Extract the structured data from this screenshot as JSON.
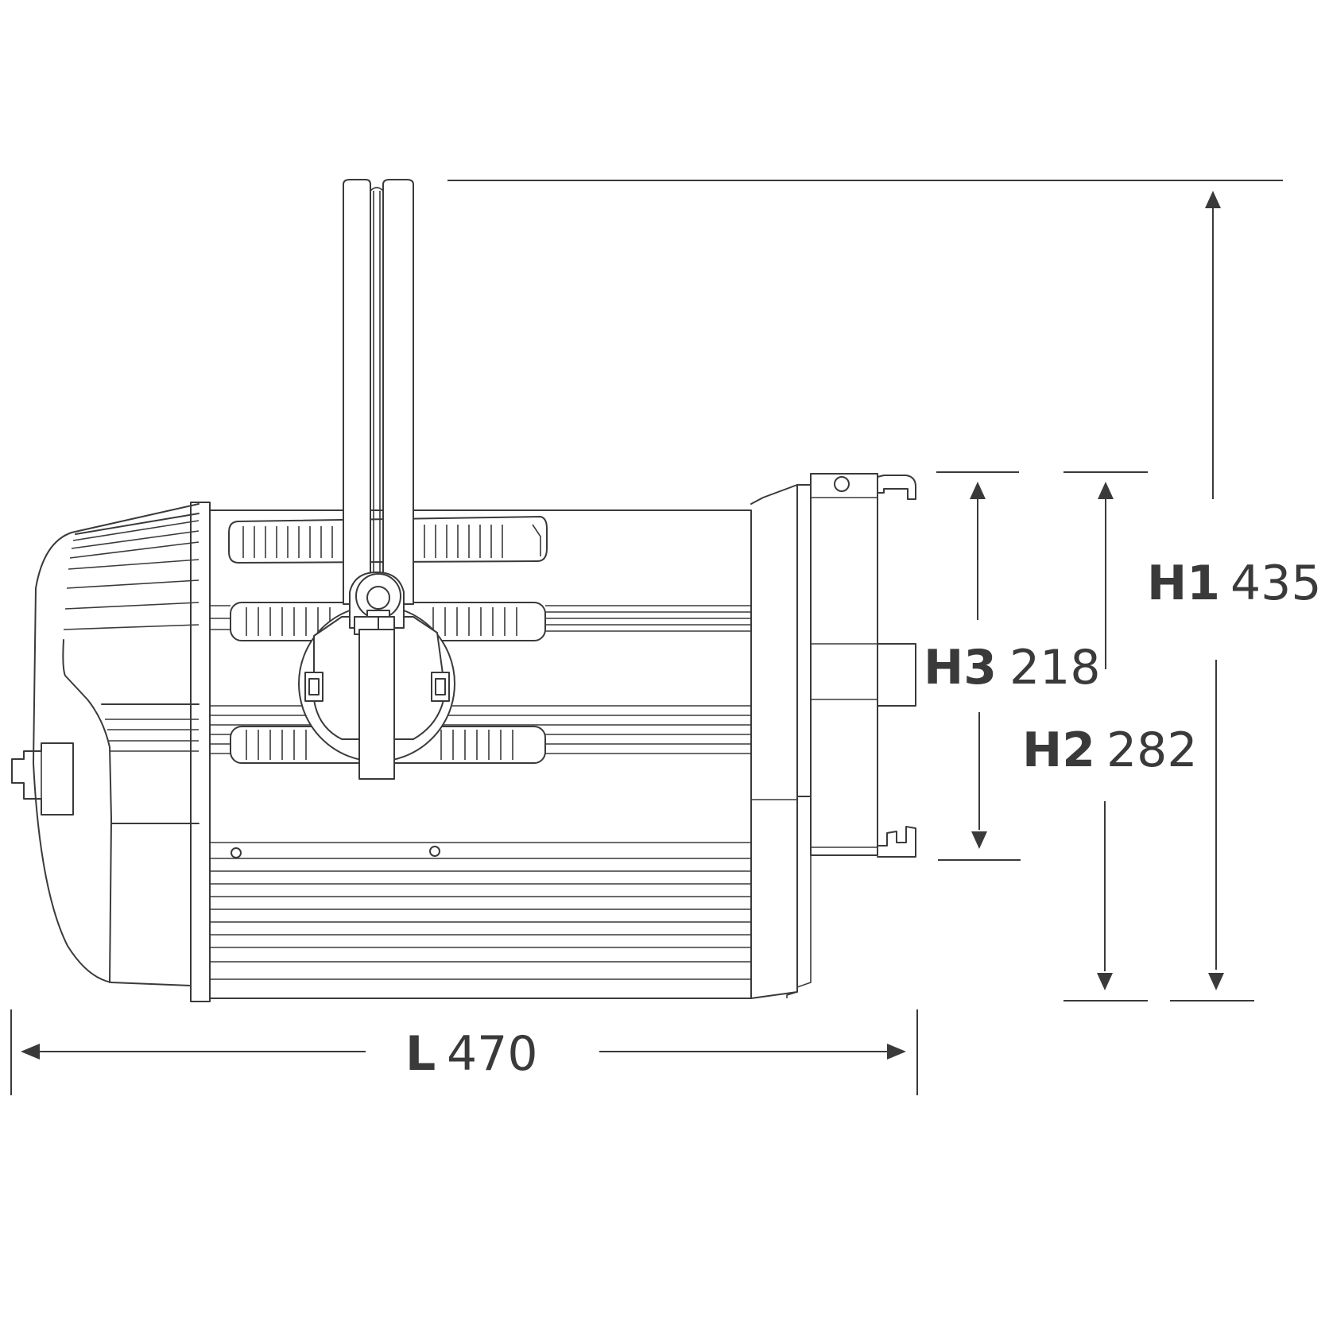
{
  "dimensions": {
    "length": {
      "code": "L",
      "value": "470"
    },
    "h1": {
      "code": "H1",
      "value": "435"
    },
    "h2": {
      "code": "H2",
      "value": "282"
    },
    "h3": {
      "code": "H3",
      "value": "218"
    }
  },
  "colors": {
    "line": "#3a3a3a",
    "background": "#ffffff"
  }
}
